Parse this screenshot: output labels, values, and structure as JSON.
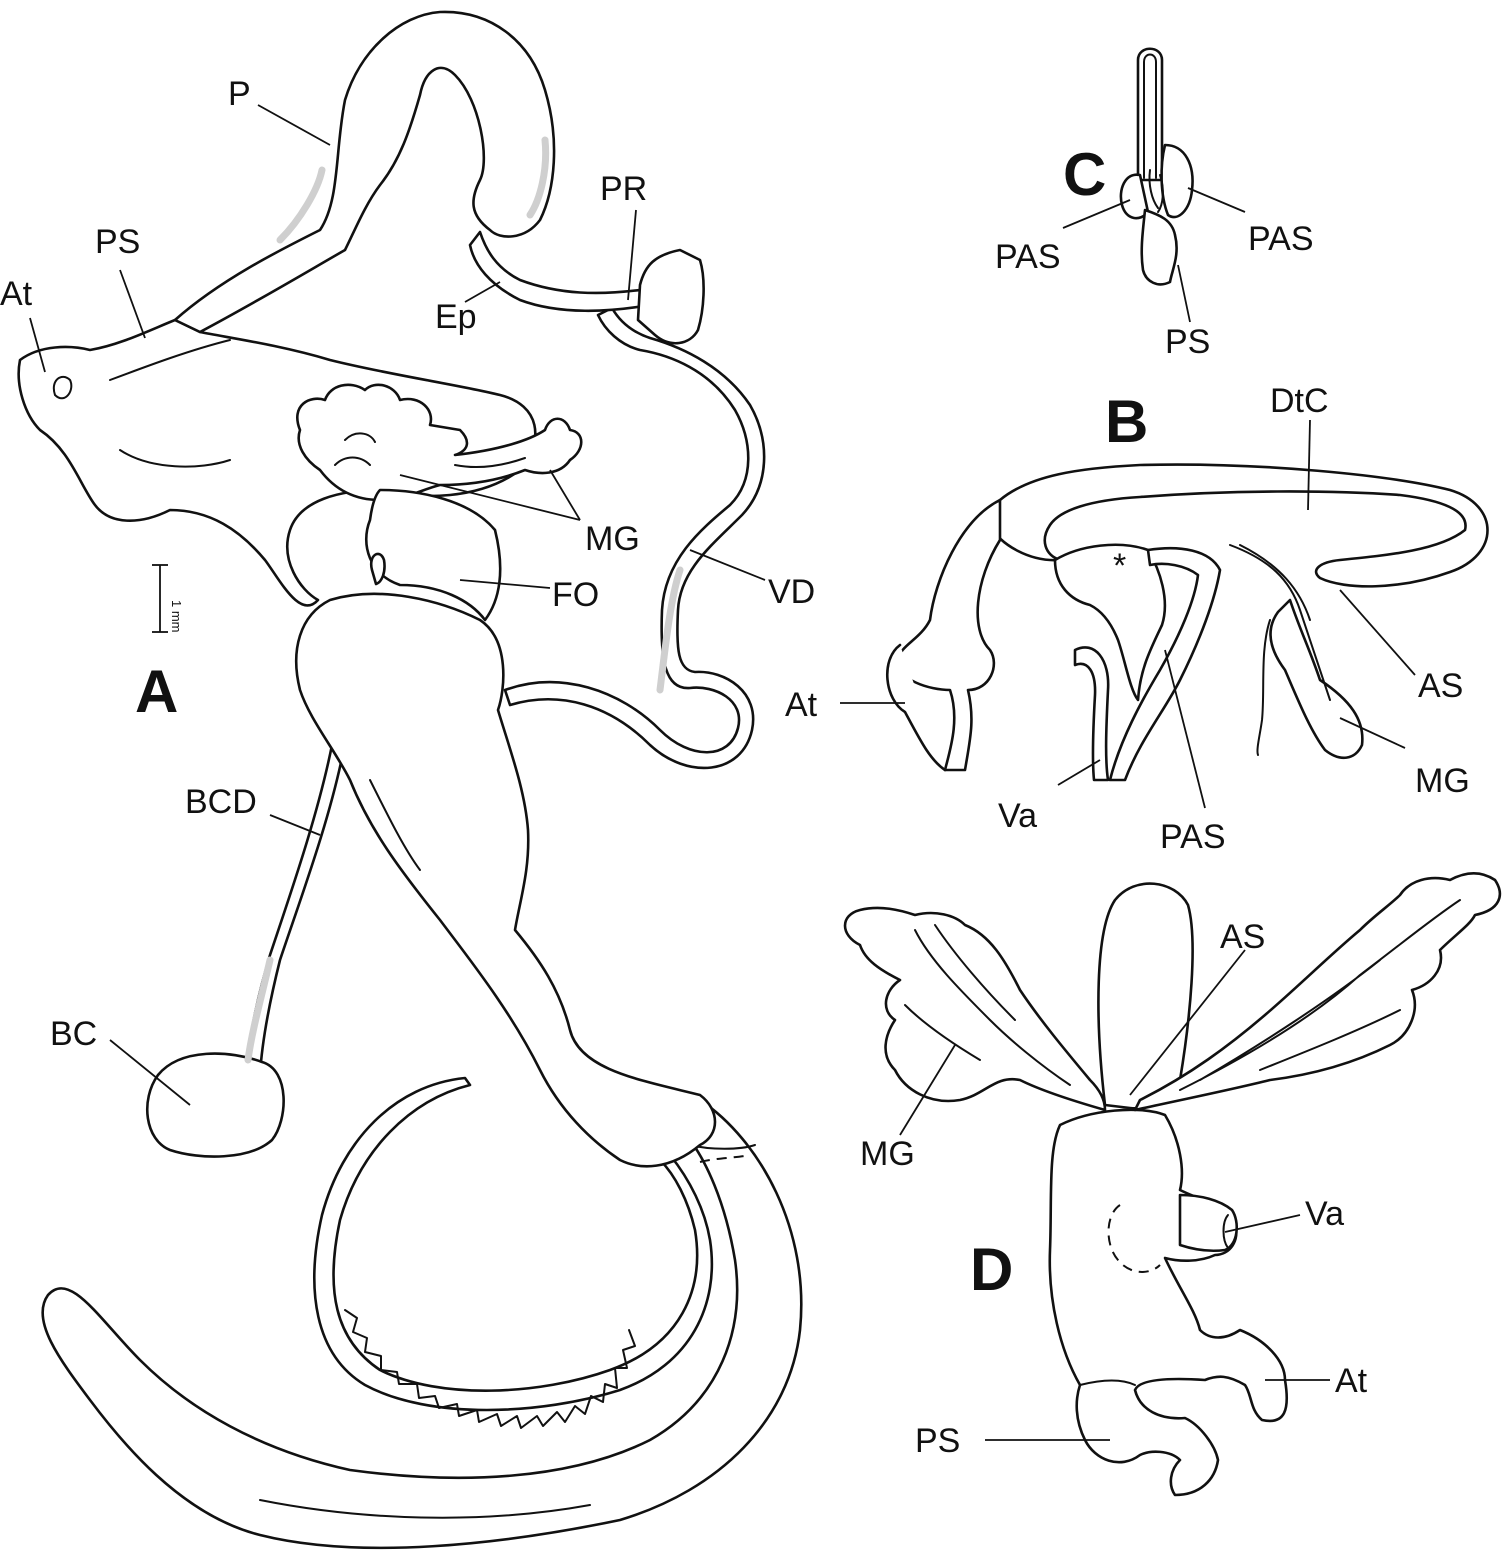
{
  "panels": {
    "A": {
      "letter": "A",
      "scale_bar": "1 mm",
      "labels": {
        "p": "P",
        "ps": "PS",
        "at": "At",
        "pr": "PR",
        "ep": "Ep",
        "mg": "MG",
        "fo": "FO",
        "vd": "VD",
        "bcd": "BCD",
        "bc": "BC"
      }
    },
    "B": {
      "letter": "B",
      "marker": "*",
      "labels": {
        "dtc": "DtC",
        "at": "At",
        "as": "AS",
        "mg": "MG",
        "va": "Va",
        "pas": "PAS"
      }
    },
    "C": {
      "letter": "C",
      "labels": {
        "pas_left": "PAS",
        "pas_right": "PAS",
        "ps": "PS"
      }
    },
    "D": {
      "letter": "D",
      "labels": {
        "as": "AS",
        "mg": "MG",
        "va": "Va",
        "at": "At",
        "ps": "PS"
      }
    }
  }
}
